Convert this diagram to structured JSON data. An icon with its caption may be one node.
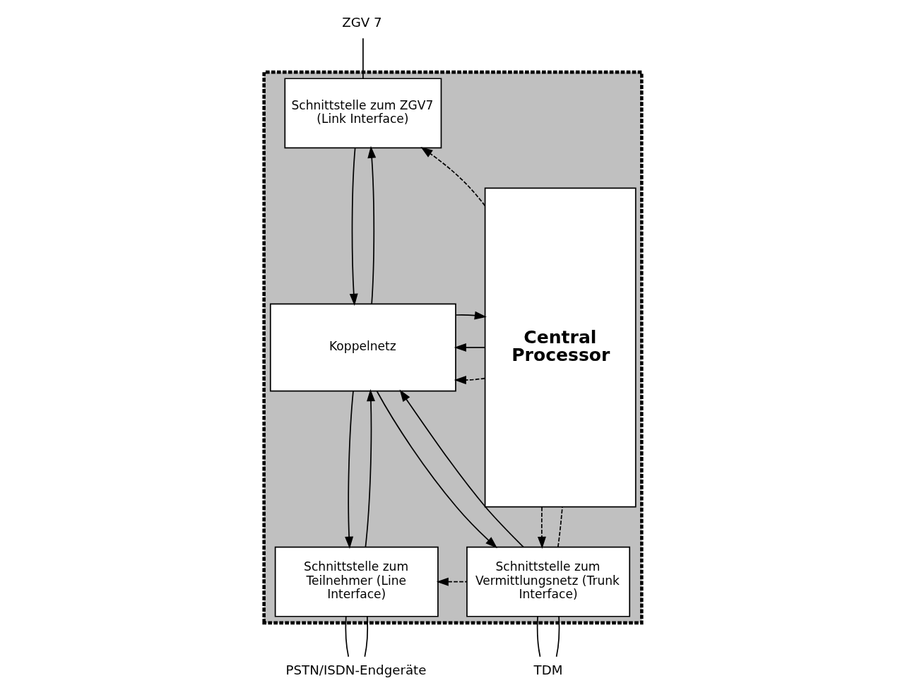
{
  "diagram": {
    "nodes": [
      {
        "text": [],
        "shape": "box"
      },
      {
        "text": [
          "Schnittstelle zum ZGV7 (Link Interface)"
        ],
        "in": 0
      },
      {
        "text": [
          "Koppelnetz"
        ],
        "in": 0
      },
      {
        "text": [
          "Central Processor"
        ],
        "in": 0
      },
      {
        "text": [
          "Schnittstelle zum Teilnehmer (Line Interface)"
        ],
        "in": 0
      },
      {
        "text": [
          "Schnittstelle zum Vermittlungsnetz (Trunk Interface)"
        ],
        "in": 0
      },
      {
        "text": [
          "ZGV 7"
        ]
      },
      {
        "text": [
          "PSTN/ISDN-Endgeräte"
        ]
      },
      {
        "text": [
          "TDM"
        ]
      }
    ],
    "edges": [
      {
        "from": 1,
        "to": 6,
        "arrow": "none"
      },
      {
        "from": 1,
        "to": 2,
        "arrow": "to"
      },
      {
        "from": 2,
        "to": 1,
        "arrow": "to"
      },
      {
        "from": 3,
        "to": 1,
        "arrow": "to",
        "style": "dashed"
      },
      {
        "from": 3,
        "to": 2,
        "arrow": "to",
        "style": "dashed"
      },
      {
        "from": 4,
        "to": 2,
        "arrow": "to"
      },
      {
        "from": 5,
        "to": 2,
        "arrow": "to"
      },
      {
        "from": 3,
        "to": 2,
        "arrow": "to"
      },
      {
        "from": 2,
        "to": 3,
        "arrow": "to"
      },
      {
        "from": 2,
        "to": 4,
        "arrow": "to"
      },
      {
        "from": 2,
        "to": 5,
        "arrow": "to"
      },
      {
        "from": 3,
        "to": 5,
        "arrow": "to",
        "style": "dashed"
      },
      {
        "from": 5,
        "to": 3,
        "arrow": "none",
        "style": "dashed"
      },
      {
        "from": 5,
        "to": 4,
        "arrow": "to",
        "style": "dashed"
      },
      {
        "from": 4,
        "to": 7,
        "arrow": "none"
      },
      {
        "from": 4,
        "to": 7,
        "arrow": "none"
      },
      {
        "from": 5,
        "to": 8,
        "arrow": "none"
      },
      {
        "from": 5,
        "to": 8,
        "arrow": "none"
      }
    ]
  }
}
